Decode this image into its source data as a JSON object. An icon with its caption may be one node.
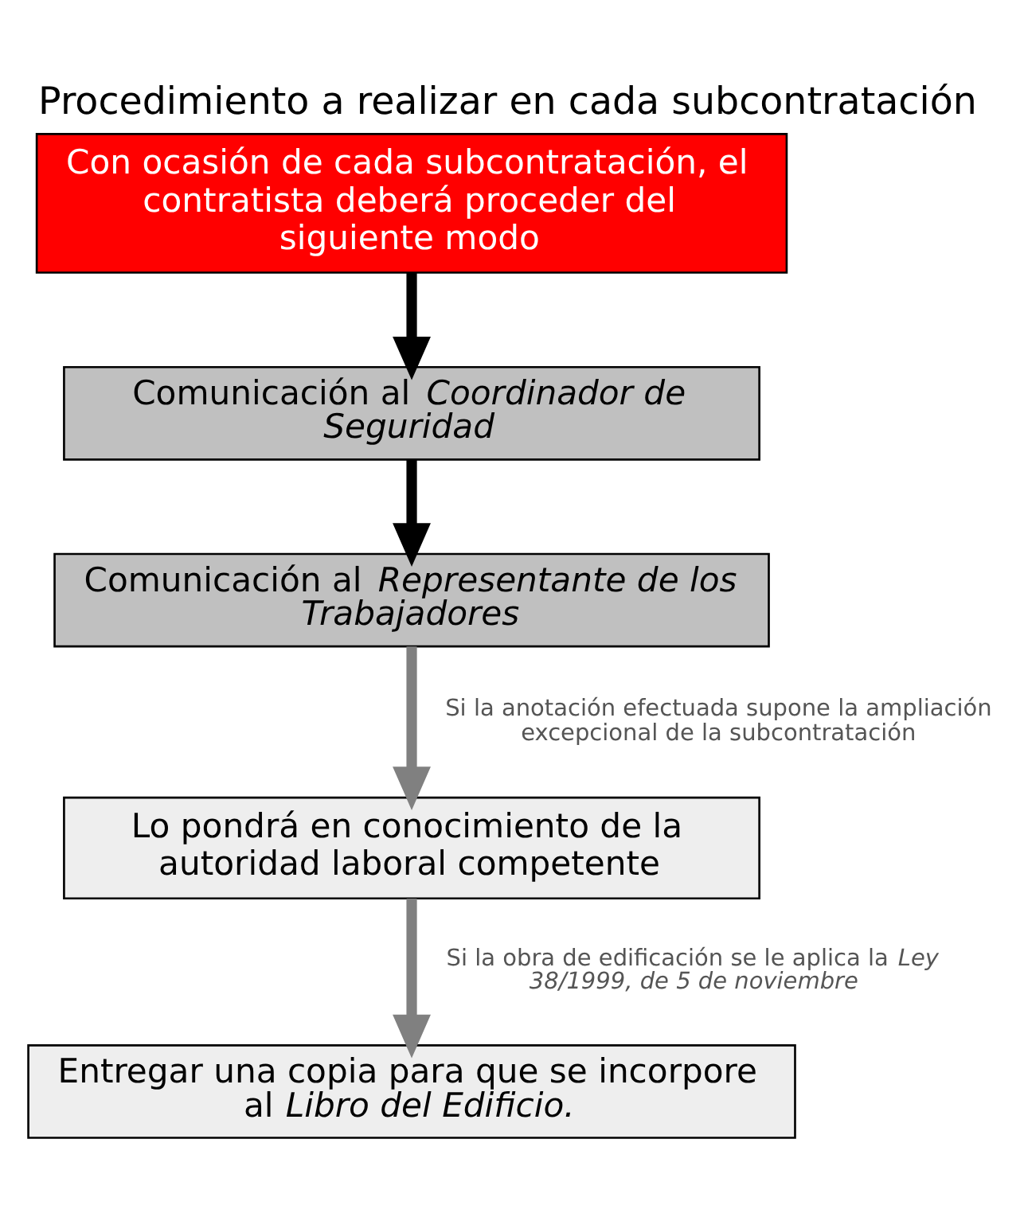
{
  "diagram": {
    "title": "Procedimiento a realizar en cada subcontratación",
    "nodes": [
      {
        "text": [
          "Con ocasión de cada subcontratación, el contratista deberá proceder del siguiente modo"
        ]
      },
      {
        "text": [
          "Comunicación al *Coordinador de Seguridad*"
        ]
      },
      {
        "text": [
          "Comunicación al *Representante de los Trabajadores*"
        ]
      },
      {
        "text": [
          "Lo pondrá en conocimiento de la autoridad laboral competente"
        ]
      },
      {
        "text": [
          "Entregar una copia para que se incorpore al *Libro del Edificio.*"
        ]
      }
    ],
    "edges": [
      {
        "from": 0,
        "to": 1,
        "arrow": "to"
      },
      {
        "from": 1,
        "to": 2,
        "arrow": "to"
      },
      {
        "from": 2,
        "to": 3,
        "arrow": "to",
        "color": "#808080",
        "label": "Si la anotación efectuada supone la ampliación excepcional de la subcontratación"
      },
      {
        "from": 3,
        "to": 4,
        "arrow": "to",
        "color": "#808080",
        "label": "Si la obra de edificación se le aplica la *Ley 38/1999, de 5 de noviembre*"
      }
    ]
  }
}
